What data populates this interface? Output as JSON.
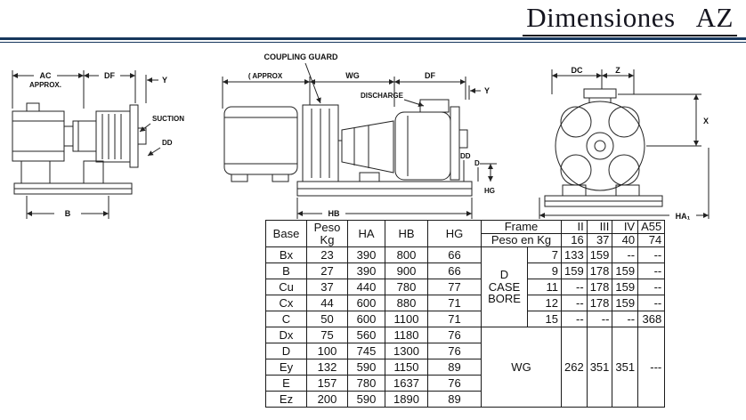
{
  "colors": {
    "accent": "#17375d",
    "line": "#1a1a1a"
  },
  "page": {
    "title": "Dimensiones   AZ"
  },
  "drawings": {
    "left": {
      "ac": "AC",
      "approx": "APPROX.",
      "df": "DF",
      "y": "Y",
      "suction": "SUCTION",
      "dd": "DD",
      "b": "B"
    },
    "middle": {
      "coupling_guard": "COUPLING GUARD",
      "approx": "( APPROX",
      "wg": "WG",
      "df": "DF",
      "y": "Y",
      "discharge": "DISCHARGE",
      "dd": "DD",
      "d": "D",
      "hg": "HG",
      "hb": "HB"
    },
    "right": {
      "dc": "DC",
      "z": "Z",
      "x": "X",
      "ha1": "HA₁"
    }
  },
  "table": {
    "headers": {
      "base": "Base",
      "peso": "Peso\nKg",
      "ha": "HA",
      "hb": "HB",
      "hg": "HG",
      "frame": "Frame",
      "cols": [
        "II",
        "III",
        "IV",
        "A55"
      ],
      "peso_en_kg": "Peso en Kg",
      "peso_values": [
        "16",
        "37",
        "40",
        "74"
      ]
    },
    "rows": [
      {
        "base": "Bx",
        "peso": "23",
        "ha": "390",
        "hb": "800",
        "hg": "66"
      },
      {
        "base": "B",
        "peso": "27",
        "ha": "390",
        "hb": "900",
        "hg": "66"
      },
      {
        "base": "Cu",
        "peso": "37",
        "ha": "440",
        "hb": "780",
        "hg": "77"
      },
      {
        "base": "Cx",
        "peso": "44",
        "ha": "600",
        "hb": "880",
        "hg": "71"
      },
      {
        "base": "C",
        "peso": "50",
        "ha": "600",
        "hb": "1100",
        "hg": "71"
      },
      {
        "base": "Dx",
        "peso": "75",
        "ha": "560",
        "hb": "1180",
        "hg": "76"
      },
      {
        "base": "D",
        "peso": "100",
        "ha": "745",
        "hb": "1300",
        "hg": "76"
      },
      {
        "base": "Ey",
        "peso": "132",
        "ha": "590",
        "hb": "1150",
        "hg": "89"
      },
      {
        "base": "E",
        "peso": "157",
        "ha": "780",
        "hb": "1637",
        "hg": "76"
      },
      {
        "base": "Ez",
        "peso": "200",
        "ha": "590",
        "hb": "1890",
        "hg": "89"
      }
    ],
    "case_bore": {
      "label": "D\nCASE\nBORE",
      "rows": [
        {
          "bore": "7",
          "ii": "133",
          "iii": "159",
          "iv": "--",
          "a55": "--"
        },
        {
          "bore": "9",
          "ii": "159",
          "iii": "178",
          "iv": "159",
          "a55": "--"
        },
        {
          "bore": "11",
          "ii": "--",
          "iii": "178",
          "iv": "159",
          "a55": "--"
        },
        {
          "bore": "12",
          "ii": "--",
          "iii": "178",
          "iv": "159",
          "a55": "--"
        },
        {
          "bore": "15",
          "ii": "--",
          "iii": "--",
          "iv": "--",
          "a55": "368"
        }
      ]
    },
    "wg": {
      "label": "WG",
      "values": [
        "262",
        "351",
        "351",
        "---"
      ]
    }
  }
}
